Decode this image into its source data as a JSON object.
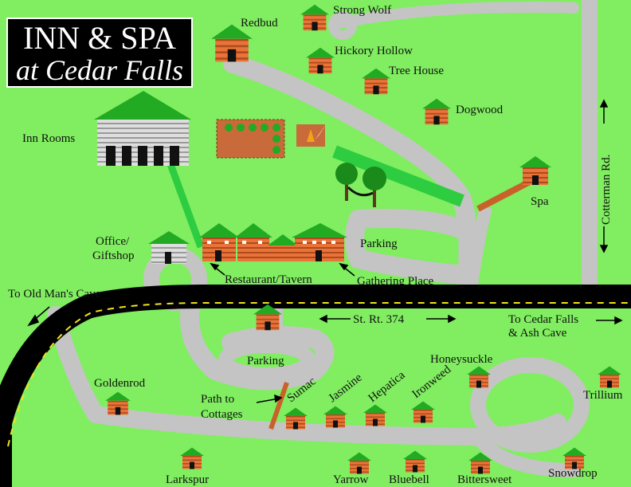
{
  "title": {
    "line1": "INN & SPA",
    "line2": "at Cedar Falls"
  },
  "roads": {
    "route": "St. Rt. 374",
    "cotterman": "Cotterman Rd.",
    "to_old_mans_cave": "To Old Man's Cave",
    "to_cedar_falls_1": "To Cedar Falls",
    "to_cedar_falls_2": "& Ash Cave"
  },
  "buildings": {
    "inn_rooms": "Inn Rooms",
    "office_1": "Office/",
    "office_2": "Giftshop",
    "restaurant": "Restaurant/Tavern",
    "gathering_place": "Gathering Place",
    "spa": "Spa"
  },
  "parking": {
    "upper": "Parking",
    "lower": "Parking"
  },
  "path": {
    "line1": "Path to",
    "line2": "Cottages"
  },
  "cottages": {
    "redbud": "Redbud",
    "strong_wolf": "Strong Wolf",
    "hickory_hollow": "Hickory Hollow",
    "tree_house": "Tree House",
    "dogwood": "Dogwood",
    "goldenrod": "Goldenrod",
    "sumac": "Sumac",
    "jasmine": "Jasmine",
    "hepatica": "Hepatica",
    "ironweed": "Ironweed",
    "honeysuckle": "Honeysuckle",
    "trillium": "Trillium",
    "larkspur": "Larkspur",
    "yarrow": "Yarrow",
    "bluebell": "Bluebell",
    "bittersweet": "Bittersweet",
    "snowdrop": "Snowdrop"
  },
  "colors": {
    "grass": "#80ee60",
    "drive": "#c4c4c4",
    "highway": "#000000",
    "center_line": "#f2e21a",
    "roof": "#22aa22",
    "cabin_log": "#e8743a",
    "walkway": "#2ecc40",
    "path": "#c8622a",
    "garden": "#c86a3a"
  }
}
